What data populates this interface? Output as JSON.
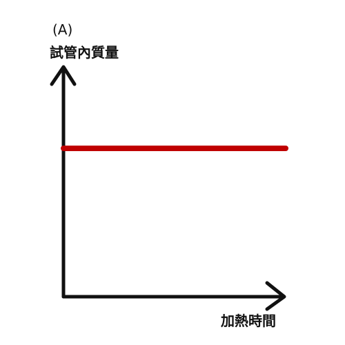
{
  "panel_label": "(A)",
  "colors": {
    "axis": "#111111",
    "series": "#c00000",
    "background": "#ffffff"
  },
  "chart_data": {
    "type": "line",
    "title": "",
    "ylabel": "試管內質量",
    "xlabel": "加熱時間",
    "grid": false,
    "ticks": false,
    "series": [
      {
        "x": [
          0,
          1
        ],
        "values": [
          0.5,
          0.5
        ]
      }
    ],
    "xlim": [
      0,
      1
    ],
    "ylim": [
      0,
      1
    ]
  }
}
